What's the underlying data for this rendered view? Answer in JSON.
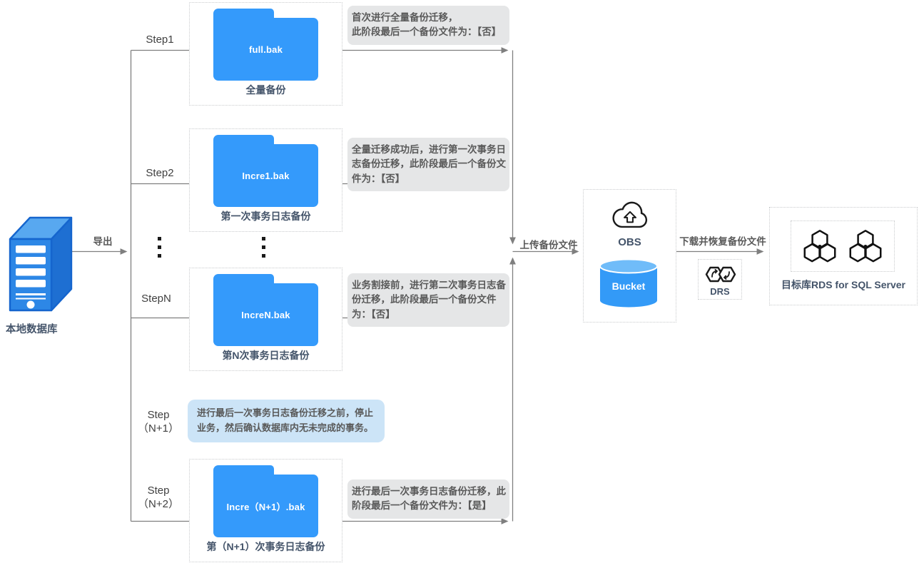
{
  "source": {
    "label": "本地数据库"
  },
  "flow_labels": {
    "export": "导出",
    "upload": "上传备份文件",
    "download": "下载并恢复备份文件"
  },
  "steps": [
    {
      "label": "Step1",
      "file": "full.bak",
      "caption": "全量备份",
      "note": "首次进行全量备份迁移，\n此阶段最后一个备份文件为：【否】"
    },
    {
      "label": "Step2",
      "file": "Incre1.bak",
      "caption": "第一次事务日志备份",
      "note": "全量迁移成功后，进行第一次事务日志备份迁移，此阶段最后一个备份文件为：【否】"
    },
    {
      "label": "StepN",
      "file": "IncreN.bak",
      "caption": "第N次事务日志备份",
      "note": "业务割接前，进行第二次事务日志备份迁移，此阶段最后一个备份文件为：【否】"
    },
    {
      "label": "Step\n（N+1）",
      "note": "进行最后一次事务日志备份迁移之前，停止业务，然后确认数据库内无未完成的事务。"
    },
    {
      "label": "Step\n（N+2）",
      "file": "Incre（N+1）.bak",
      "caption": "第（N+1）次事务日志备份",
      "note": "进行最后一次事务日志备份迁移，此阶段最后一个备份文件为：【是】"
    }
  ],
  "obs": {
    "label": "OBS",
    "bucket_label": "Bucket",
    "icon": "cloud-upload-icon"
  },
  "drs": {
    "label": "DRS",
    "icon": "sync-hexagons-icon"
  },
  "target": {
    "label": "目标库RDS for SQL Server",
    "icon": "rds-hexagon-cluster-icon"
  },
  "colors": {
    "primary_blue": "#349AFB",
    "server_blue": "#2D87E6",
    "bucket_blue": "#339AF7",
    "note_gray_bg": "#E5E6E7",
    "note_blue_bg": "#CCE4F7",
    "caption_ink": "#44546A",
    "note_ink": "#595959",
    "line_gray": "#7F7F7F"
  }
}
